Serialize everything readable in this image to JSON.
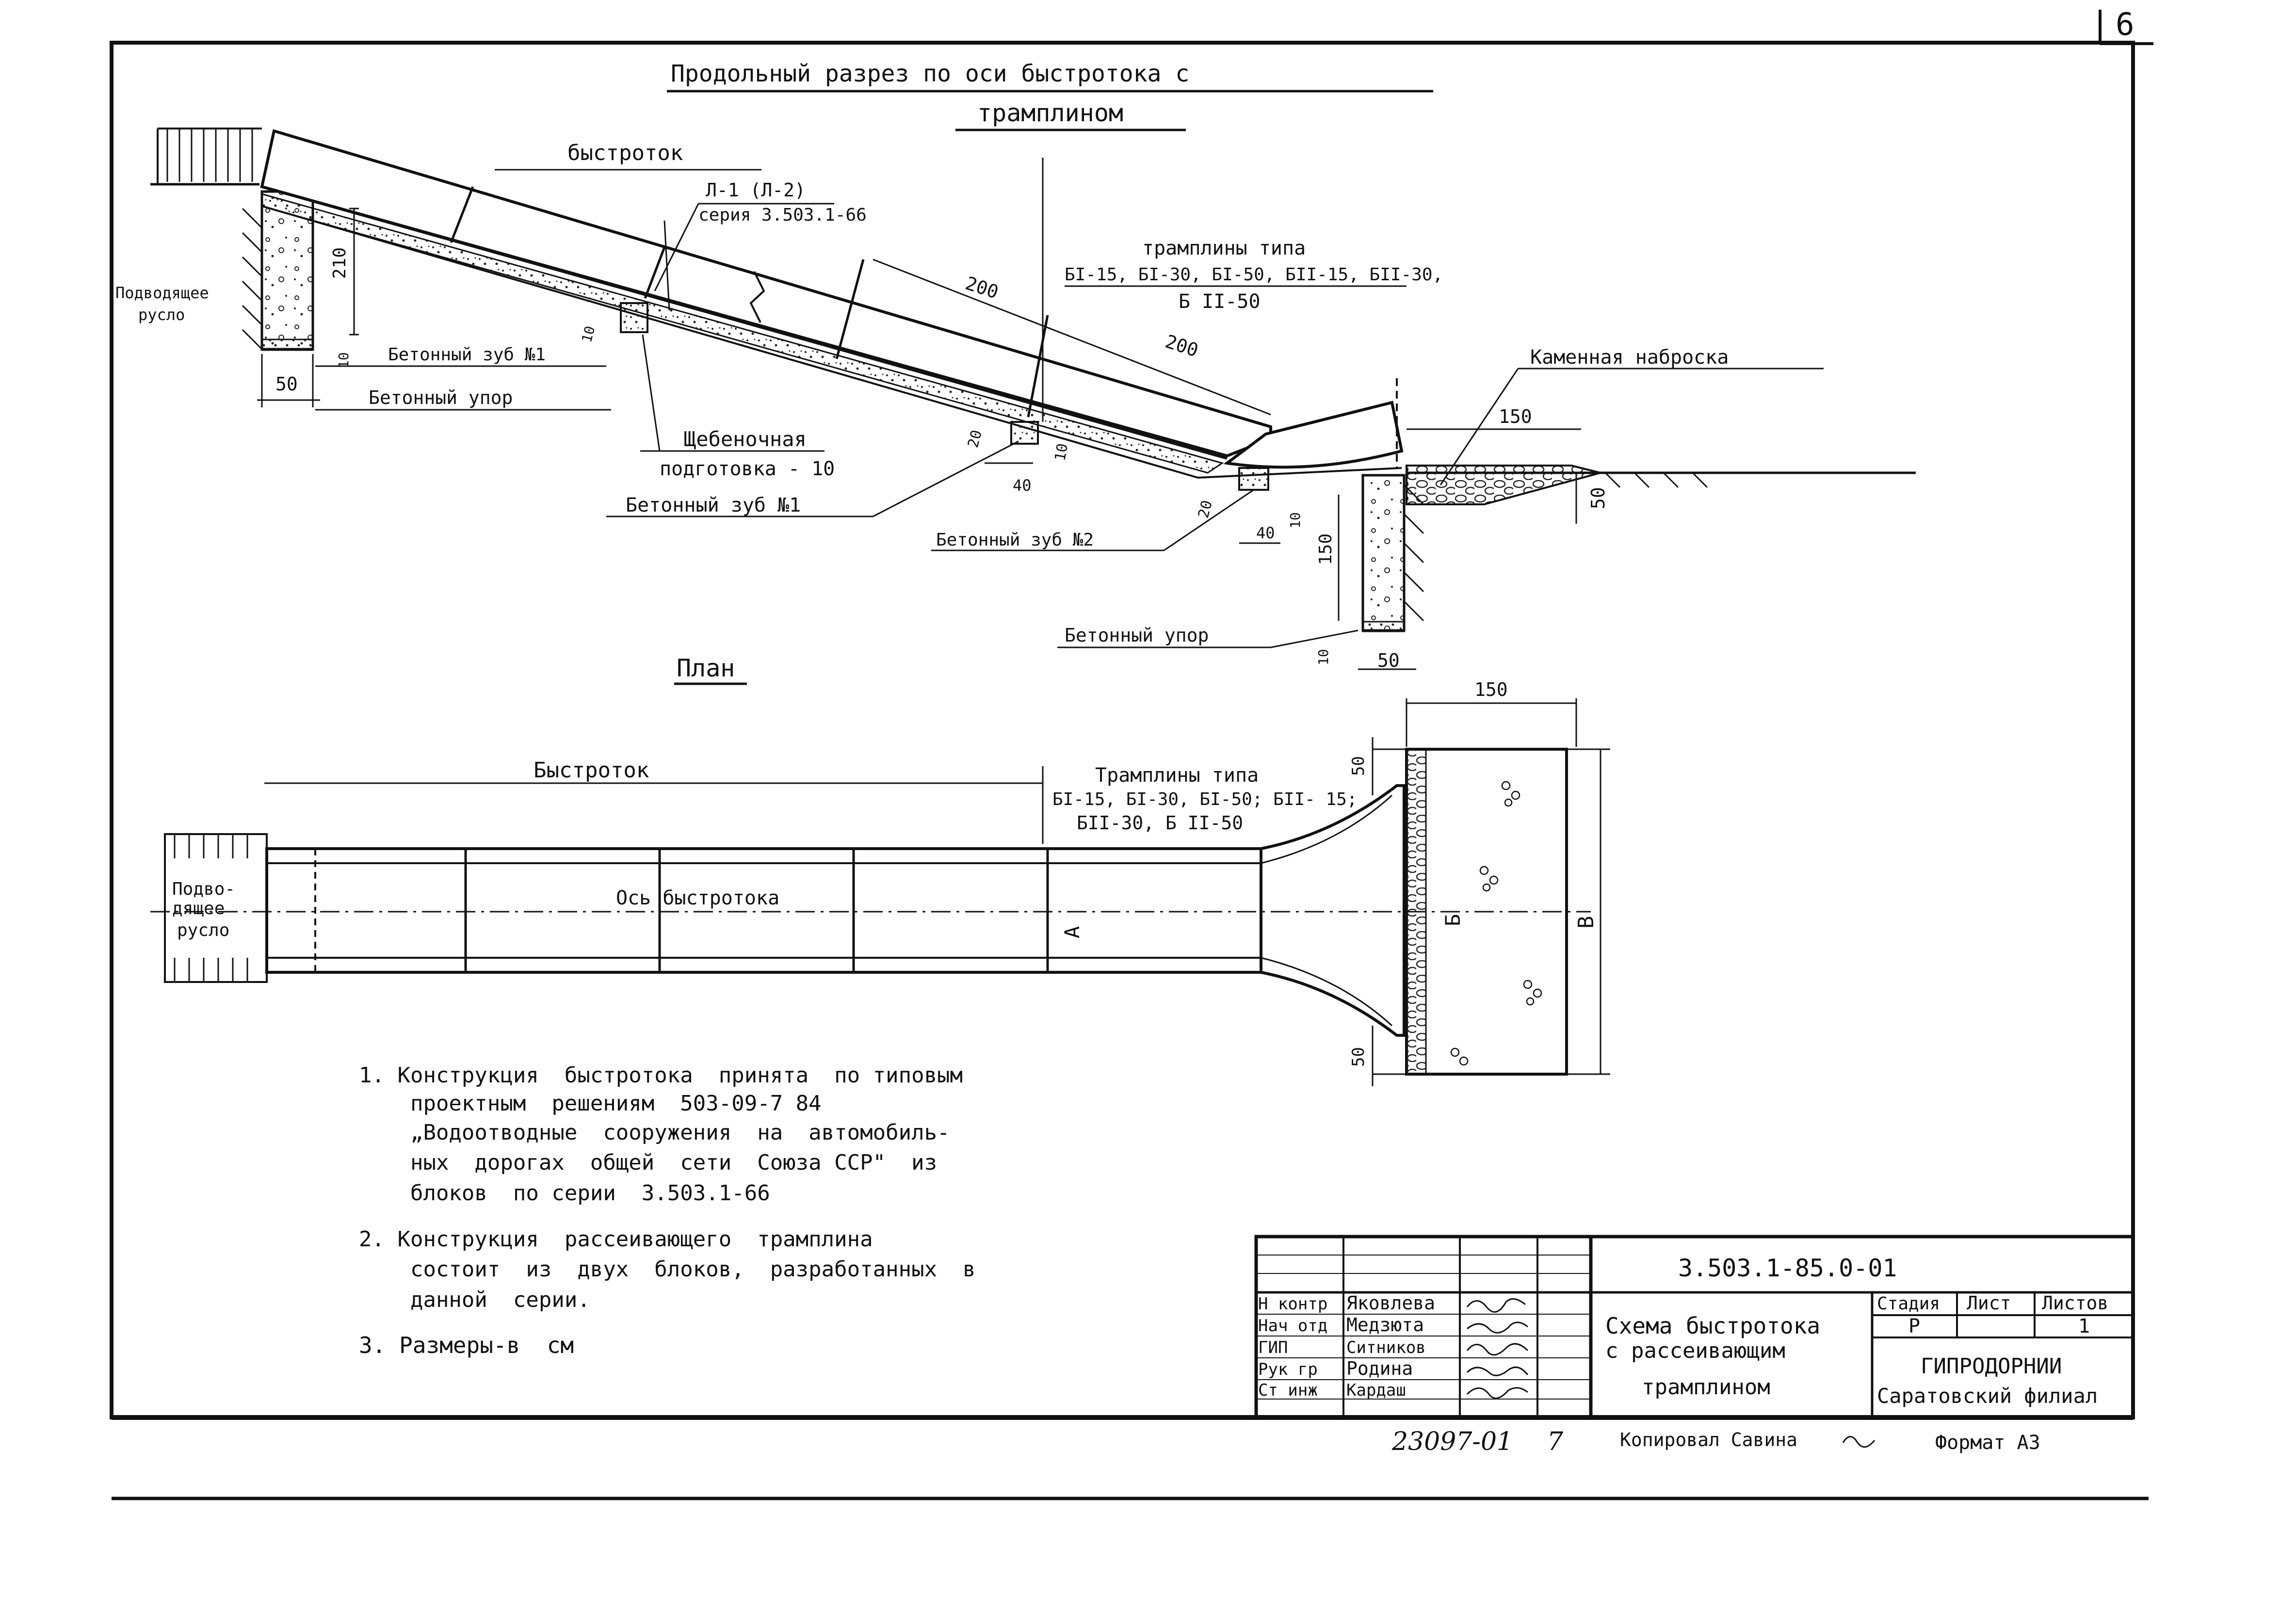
{
  "sheet_no": "6",
  "section": {
    "title_line1": "Продольный  разрез  по  оси  быстротока    с",
    "title_line2": "трамплином",
    "bystrotok": "быстроток",
    "block_l": "Л-1  (Л-2)",
    "block_series": "серия 3.503.1-66",
    "tramplins_header": "трамплины  типа",
    "tramplins_types_1": "БI-15, БI-30, БI-50, БII-15, БII-30,",
    "tramplins_types_2": "Б II-50",
    "podvod_1": "Подводящее",
    "podvod_2": "русло",
    "kamennaya": "Каменная   наброска",
    "zub1_a": "Бетонный зуб №1",
    "upor_a": "Бетонный  упор",
    "shcheb_1": "Щебеночная",
    "shcheb_2": "подготовка - 10",
    "zub1_b": "Бетонный зуб №1",
    "zub2": "Бетонный  зуб №2",
    "upor_b": "Бетонный  упор",
    "dims": {
      "d210": "210",
      "d10a": "10",
      "d50a": "50",
      "d10b": "10",
      "d200a": "200",
      "d200b": "200",
      "d20a": "20",
      "d40a": "40",
      "d10c": "10",
      "d20b": "20",
      "d10d": "10",
      "d40b": "40",
      "d150v": "150",
      "d10e": "10",
      "d50b": "50",
      "d150h": "150",
      "d50c": "50"
    }
  },
  "plan": {
    "title": "План",
    "bystrotok": "Быстроток",
    "tramplins_header": "Трамплины  типа",
    "types_1": "БI-15, БI-30, БI-50;  БII- 15;",
    "types_2": "БII-30,  Б II-50",
    "podvod_1": "Подво-",
    "podvod_2": "дящее",
    "podvod_3": "русло",
    "axis": "Ось  быстротока",
    "A": "А",
    "B": "Б",
    "V": "В",
    "d150": "150",
    "d50a": "50",
    "d50b": "50"
  },
  "notes": [
    "1. Конструкция  быстротока  принята  по типовым",
    "    проектным  решениям  503-09-7 84",
    "    „Водоотводные  сооружения  на  автомобиль-",
    "    ных  дорогах  общей  сети  Союза ССР\"  из",
    "    блоков  по серии  3.503.1-66",
    "2. Конструкция  рассеивающего  трамплина",
    "    состоит  из  двух  блоков,  разработанных  в",
    "    данной  серии.",
    "3. Размеры-в  см"
  ],
  "stamp": {
    "code": "3.503.1-85.0-01",
    "roles": [
      "Н контр",
      "Нач отд",
      "ГИП",
      "Рук гр",
      "Ст инж"
    ],
    "names": [
      "Яковлева",
      "Медзюта",
      "Ситников",
      "Родина",
      "Кардаш"
    ],
    "title_1": "Схема   быстротока",
    "title_2": "с  рассеивающим",
    "title_3": "трамплином",
    "stadia_label": "Стадия",
    "list_label": "Лист",
    "listov_label": "Листов",
    "stadia_value": "Р",
    "listov_value": "1",
    "org_1": "ГИПРОДОРНИИ",
    "org_2": "Саратовский  филиал"
  },
  "footer": {
    "inv": "23097-01",
    "page": "7",
    "copied_by": "Копировал  Савина",
    "format": "Формат  А3"
  }
}
